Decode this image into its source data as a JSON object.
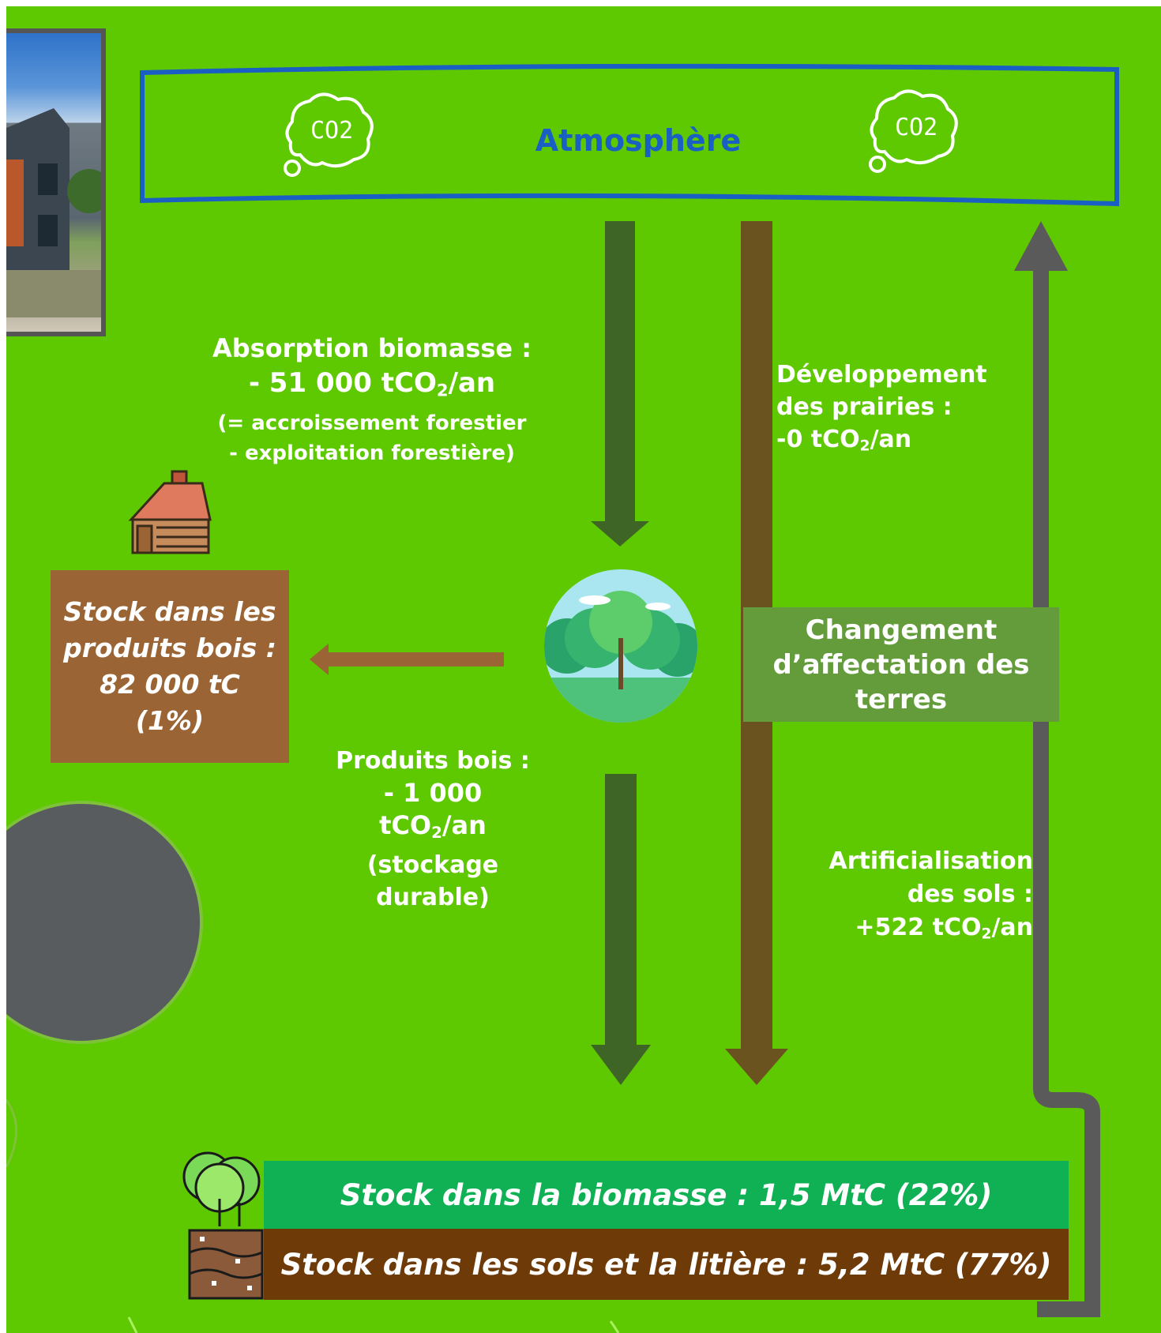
{
  "atmosphere": {
    "label": "Atmosphère",
    "cloud_left": "CO2",
    "cloud_right": "CO2"
  },
  "absorption": {
    "title": "Absorption biomasse :",
    "value_prefix": "- 51 000  tCO",
    "value_sub": "2",
    "value_suffix": "/an",
    "note_1": "(= accroissement forestier",
    "note_2": "- exploitation forestière)"
  },
  "prairies": {
    "line_1": "Développement",
    "line_2": "des prairies :",
    "value_prefix": "-0 tCO",
    "value_sub": "2",
    "value_suffix": "/an"
  },
  "stock_products": {
    "line_1": "Stock dans les",
    "line_2": "produits bois :",
    "line_3": "82 000 tC",
    "line_4": "(1%)"
  },
  "land_change": {
    "line_1": "Changement",
    "line_2": "d’affectation des",
    "line_3": "terres"
  },
  "wood_products": {
    "line_1": "Produits bois :",
    "line_2": "- 1 000",
    "value_prefix": "tCO",
    "value_sub": "2",
    "value_suffix": "/an",
    "line_4": "(stockage",
    "line_5": "durable)"
  },
  "artificialisation": {
    "line_1": "Artificialisation",
    "line_2": "des sols :",
    "value_prefix": "+522 tCO",
    "value_sub": "2",
    "value_suffix": "/an"
  },
  "stock_biomass": {
    "label": "Stock dans la biomasse : 1,5 MtC (22%)"
  },
  "stock_soil": {
    "label": "Stock dans les sols et la litière : 5,2 MtC (77%)"
  },
  "colors": {
    "background": "#5ec800",
    "atmosphere_border": "#1a5fc4",
    "arrow_dark_green": "#3f6526",
    "arrow_brown": "#6b5320",
    "arrow_grey": "#5a5a5a",
    "wood_arrow": "#9a6434",
    "stock_products_box": "#9a6434",
    "land_change_box": "#649c3c",
    "biomass_bar": "#10b155",
    "soil_bar": "#6e3a08"
  }
}
